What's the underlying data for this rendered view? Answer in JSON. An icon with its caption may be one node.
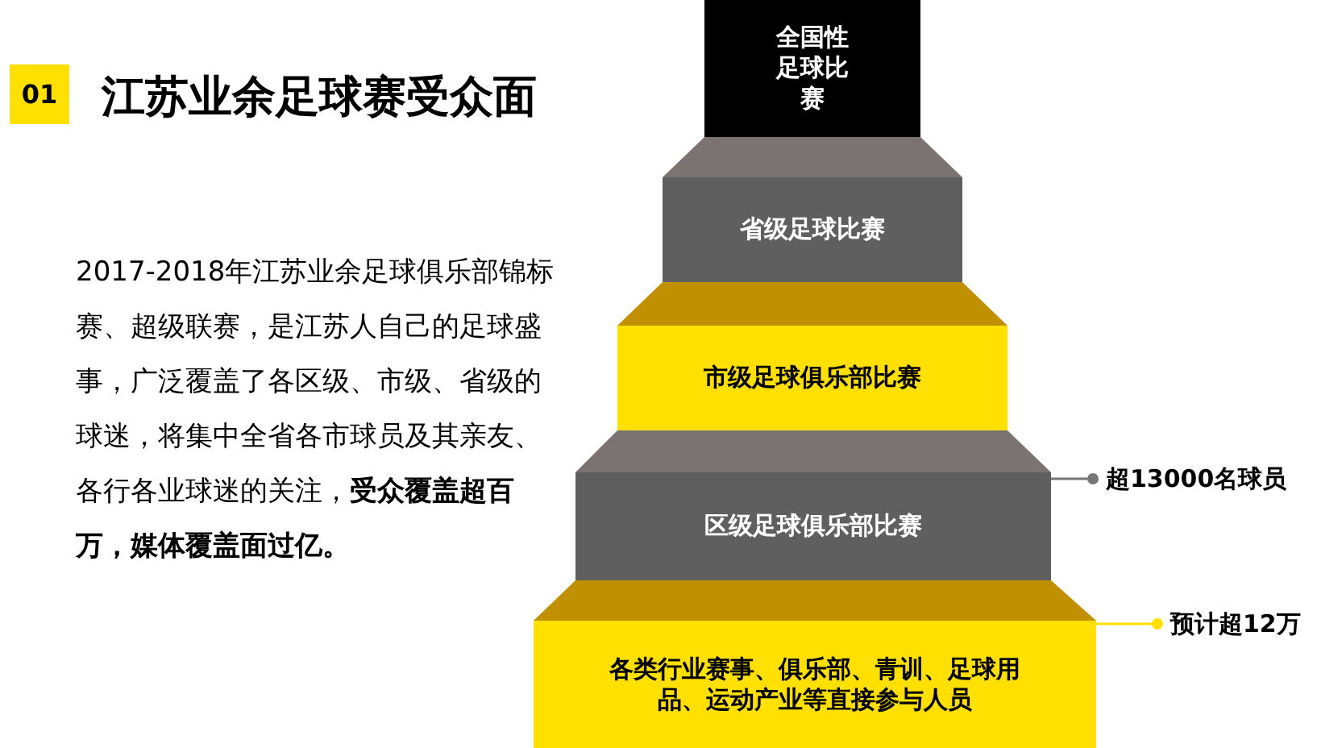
{
  "diagram": {
    "title": "江苏业余足球赛受众面",
    "nodes": [
      {
        "text": [
          "全国性足球比赛"
        ]
      },
      {
        "text": [
          "省级足球比赛"
        ]
      },
      {
        "text": [
          "市级足球俱乐部比赛"
        ]
      },
      {
        "text": [
          "区级足球俱乐部比赛"
        ]
      },
      {
        "text": [
          "各类行业赛事、俱乐部、青训、足球用品、运动产业等直接参与人员"
        ]
      },
      {
        "text": [
          "超13000名球员"
        ]
      },
      {
        "text": [
          "预计超12万"
        ]
      }
    ],
    "edges": [
      {
        "from": 5,
        "to": 3,
        "arrow": "other"
      },
      {
        "from": 6,
        "to": 4,
        "arrow": "other",
        "color": "#ffe000"
      }
    ],
    "labels": [
      "01",
      "2017-2018年江苏业余足球俱乐部锦标赛、超级联赛，是江苏人自己的足球盛事，广泛覆盖了各区级、市级、省级的球迷，将集中全省各市球员及其亲友、各行各业球迷的关注，**受众覆盖超百万，媒体覆盖面过亿。**"
    ]
  }
}
